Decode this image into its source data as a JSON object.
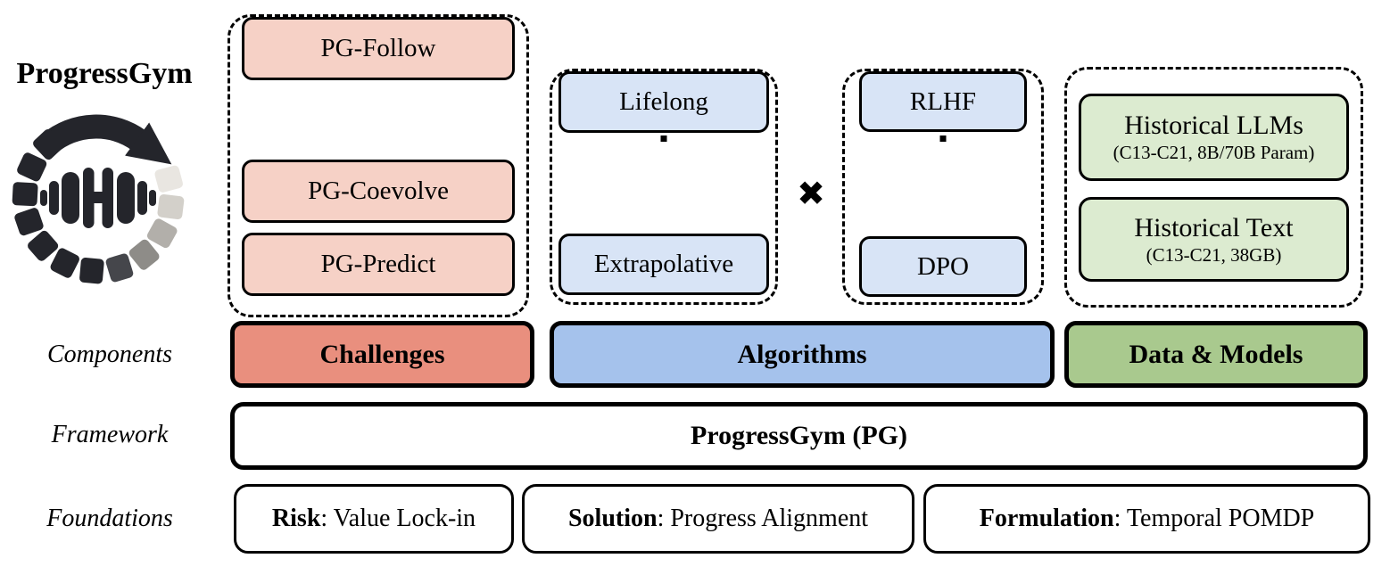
{
  "brand": {
    "title": "ProgressGym",
    "logo_icon": "progress-ring-dumbbell"
  },
  "row_labels": {
    "components": "Components",
    "framework": "Framework",
    "foundations": "Foundations"
  },
  "groups": {
    "challenges": {
      "more_indicator": "vertical-ellipsis",
      "items": [
        "PG-Coevolve",
        "PG-Predict",
        "PG-Follow"
      ]
    },
    "algorithm_types": {
      "more_indicator": "vertical-ellipsis",
      "items": [
        "Extrapolative",
        "Lifelong"
      ]
    },
    "operator": "✖",
    "algorithm_methods": {
      "more_indicator": "vertical-ellipsis",
      "items": [
        "DPO",
        "RLHF"
      ]
    },
    "data_models": {
      "cards": [
        {
          "title": "Historical LLMs",
          "subtitle": "(C13-C21, 8B/70B Param)"
        },
        {
          "title": "Historical Text",
          "subtitle": "(C13-C21, 38GB)"
        }
      ]
    }
  },
  "components_bars": {
    "challenges": "Challenges",
    "algorithms": "Algorithms",
    "data_models": "Data & Models"
  },
  "framework_bar": {
    "title": "ProgressGym (PG)"
  },
  "foundations": {
    "items": [
      {
        "lead": "Risk",
        "rest": ": Value Lock-in"
      },
      {
        "lead": "Solution",
        "rest": ": Progress Alignment"
      },
      {
        "lead": "Formulation",
        "rest": ": Temporal POMDP"
      }
    ]
  },
  "colors": {
    "challenge_chip": "#f6d1c6",
    "challenge_bar": "#e98f7e",
    "algorithm_chip": "#d8e4f6",
    "algorithm_bar": "#a5c2ec",
    "data_card": "#dcebd0",
    "data_bar": "#a9c98e",
    "outline": "#000000",
    "background": "#ffffff",
    "logo_dark": "#24252b"
  }
}
